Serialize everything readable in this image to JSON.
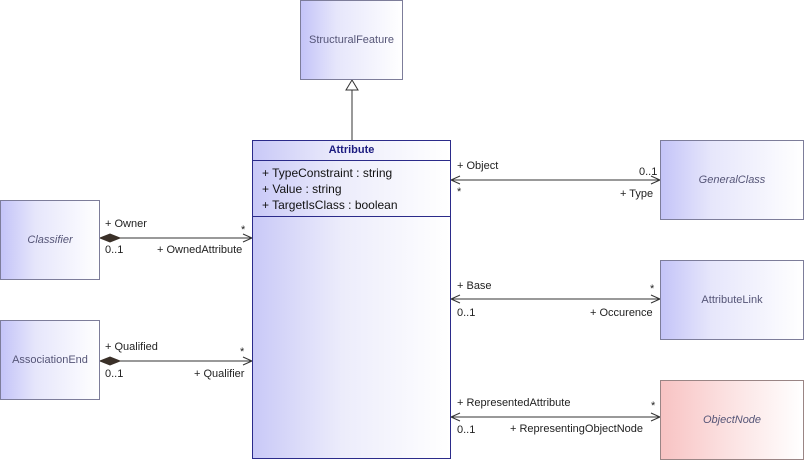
{
  "classes": {
    "structural_feature": "StructuralFeature",
    "attribute": "Attribute",
    "classifier": "Classifier",
    "association_end": "AssociationEnd",
    "general_class": "GeneralClass",
    "attribute_link": "AttributeLink",
    "object_node": "ObjectNode"
  },
  "attributes": [
    "+ TypeConstraint : string",
    "+ Value : string",
    "+ TargetIsClass : boolean"
  ],
  "labels": {
    "owner": "+ Owner",
    "owner_mult": "0..1",
    "owned_attr": "+ OwnedAttribute",
    "owned_attr_mult": "*",
    "qualified": "+ Qualified",
    "qualified_mult": "0..1",
    "qualifier": "+ Qualifier",
    "qualifier_mult": "*",
    "object": "+ Object",
    "object_mult": "*",
    "type": "+ Type",
    "type_mult": "0..1",
    "base": "+ Base",
    "base_mult": "0..1",
    "occurence": "+ Occurence",
    "occurence_mult": "*",
    "represented_attr": "+ RepresentedAttribute",
    "represented_attr_mult": "0..1",
    "representing_node": "+ RepresentingObjectNode",
    "representing_node_mult": "*"
  },
  "colors": {
    "class_fill": "#c4c4f8",
    "highlight_fill": "#f8c3c3",
    "attribute_border": "#2b2b8a",
    "line": "#333333"
  }
}
